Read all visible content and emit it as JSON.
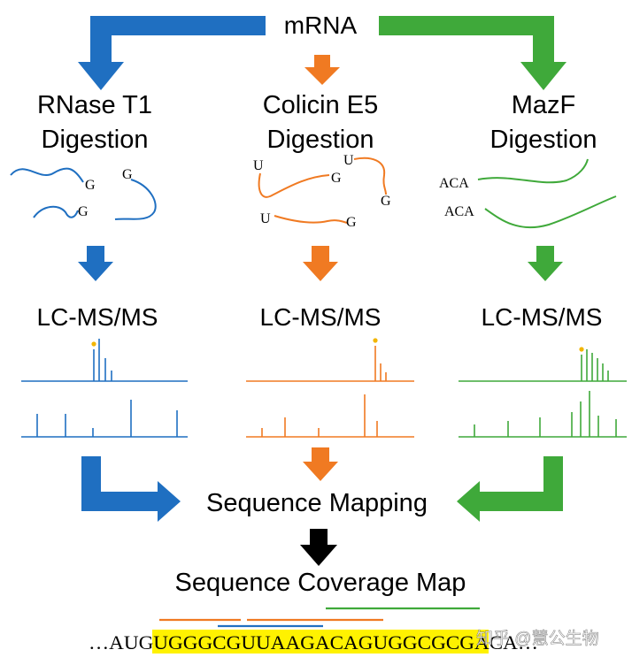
{
  "source": "mRNA",
  "columns": [
    {
      "title_line1": "RNase T1",
      "title_line2": "Digestion",
      "color": "#1f6fc1",
      "frag_labels": [
        "G",
        "G",
        "G"
      ]
    },
    {
      "title_line1": "Colicin E5",
      "title_line2": "Digestion",
      "color": "#f07a22",
      "frag_labels": [
        "U",
        "G",
        "U",
        "G",
        "U",
        "G"
      ]
    },
    {
      "title_line1": "MazF",
      "title_line2": "Digestion",
      "color": "#3fa93a",
      "frag_labels": [
        "ACA",
        "ACA"
      ]
    }
  ],
  "analysis_label": "LC-MS/MS",
  "mapping_label": "Sequence Mapping",
  "coverage_label": "Sequence Coverage Map",
  "sequence": {
    "prefix": "…AUG",
    "highlighted": "UGGGCGUUAAGACAGUGGCGCG",
    "suffix": "ACA…",
    "highlight_color": "#fff200"
  },
  "watermark": "知乎 @慧公生物",
  "colors": {
    "blue": "#1f6fc1",
    "orange": "#f07a22",
    "green": "#3fa93a",
    "black": "#000000"
  }
}
